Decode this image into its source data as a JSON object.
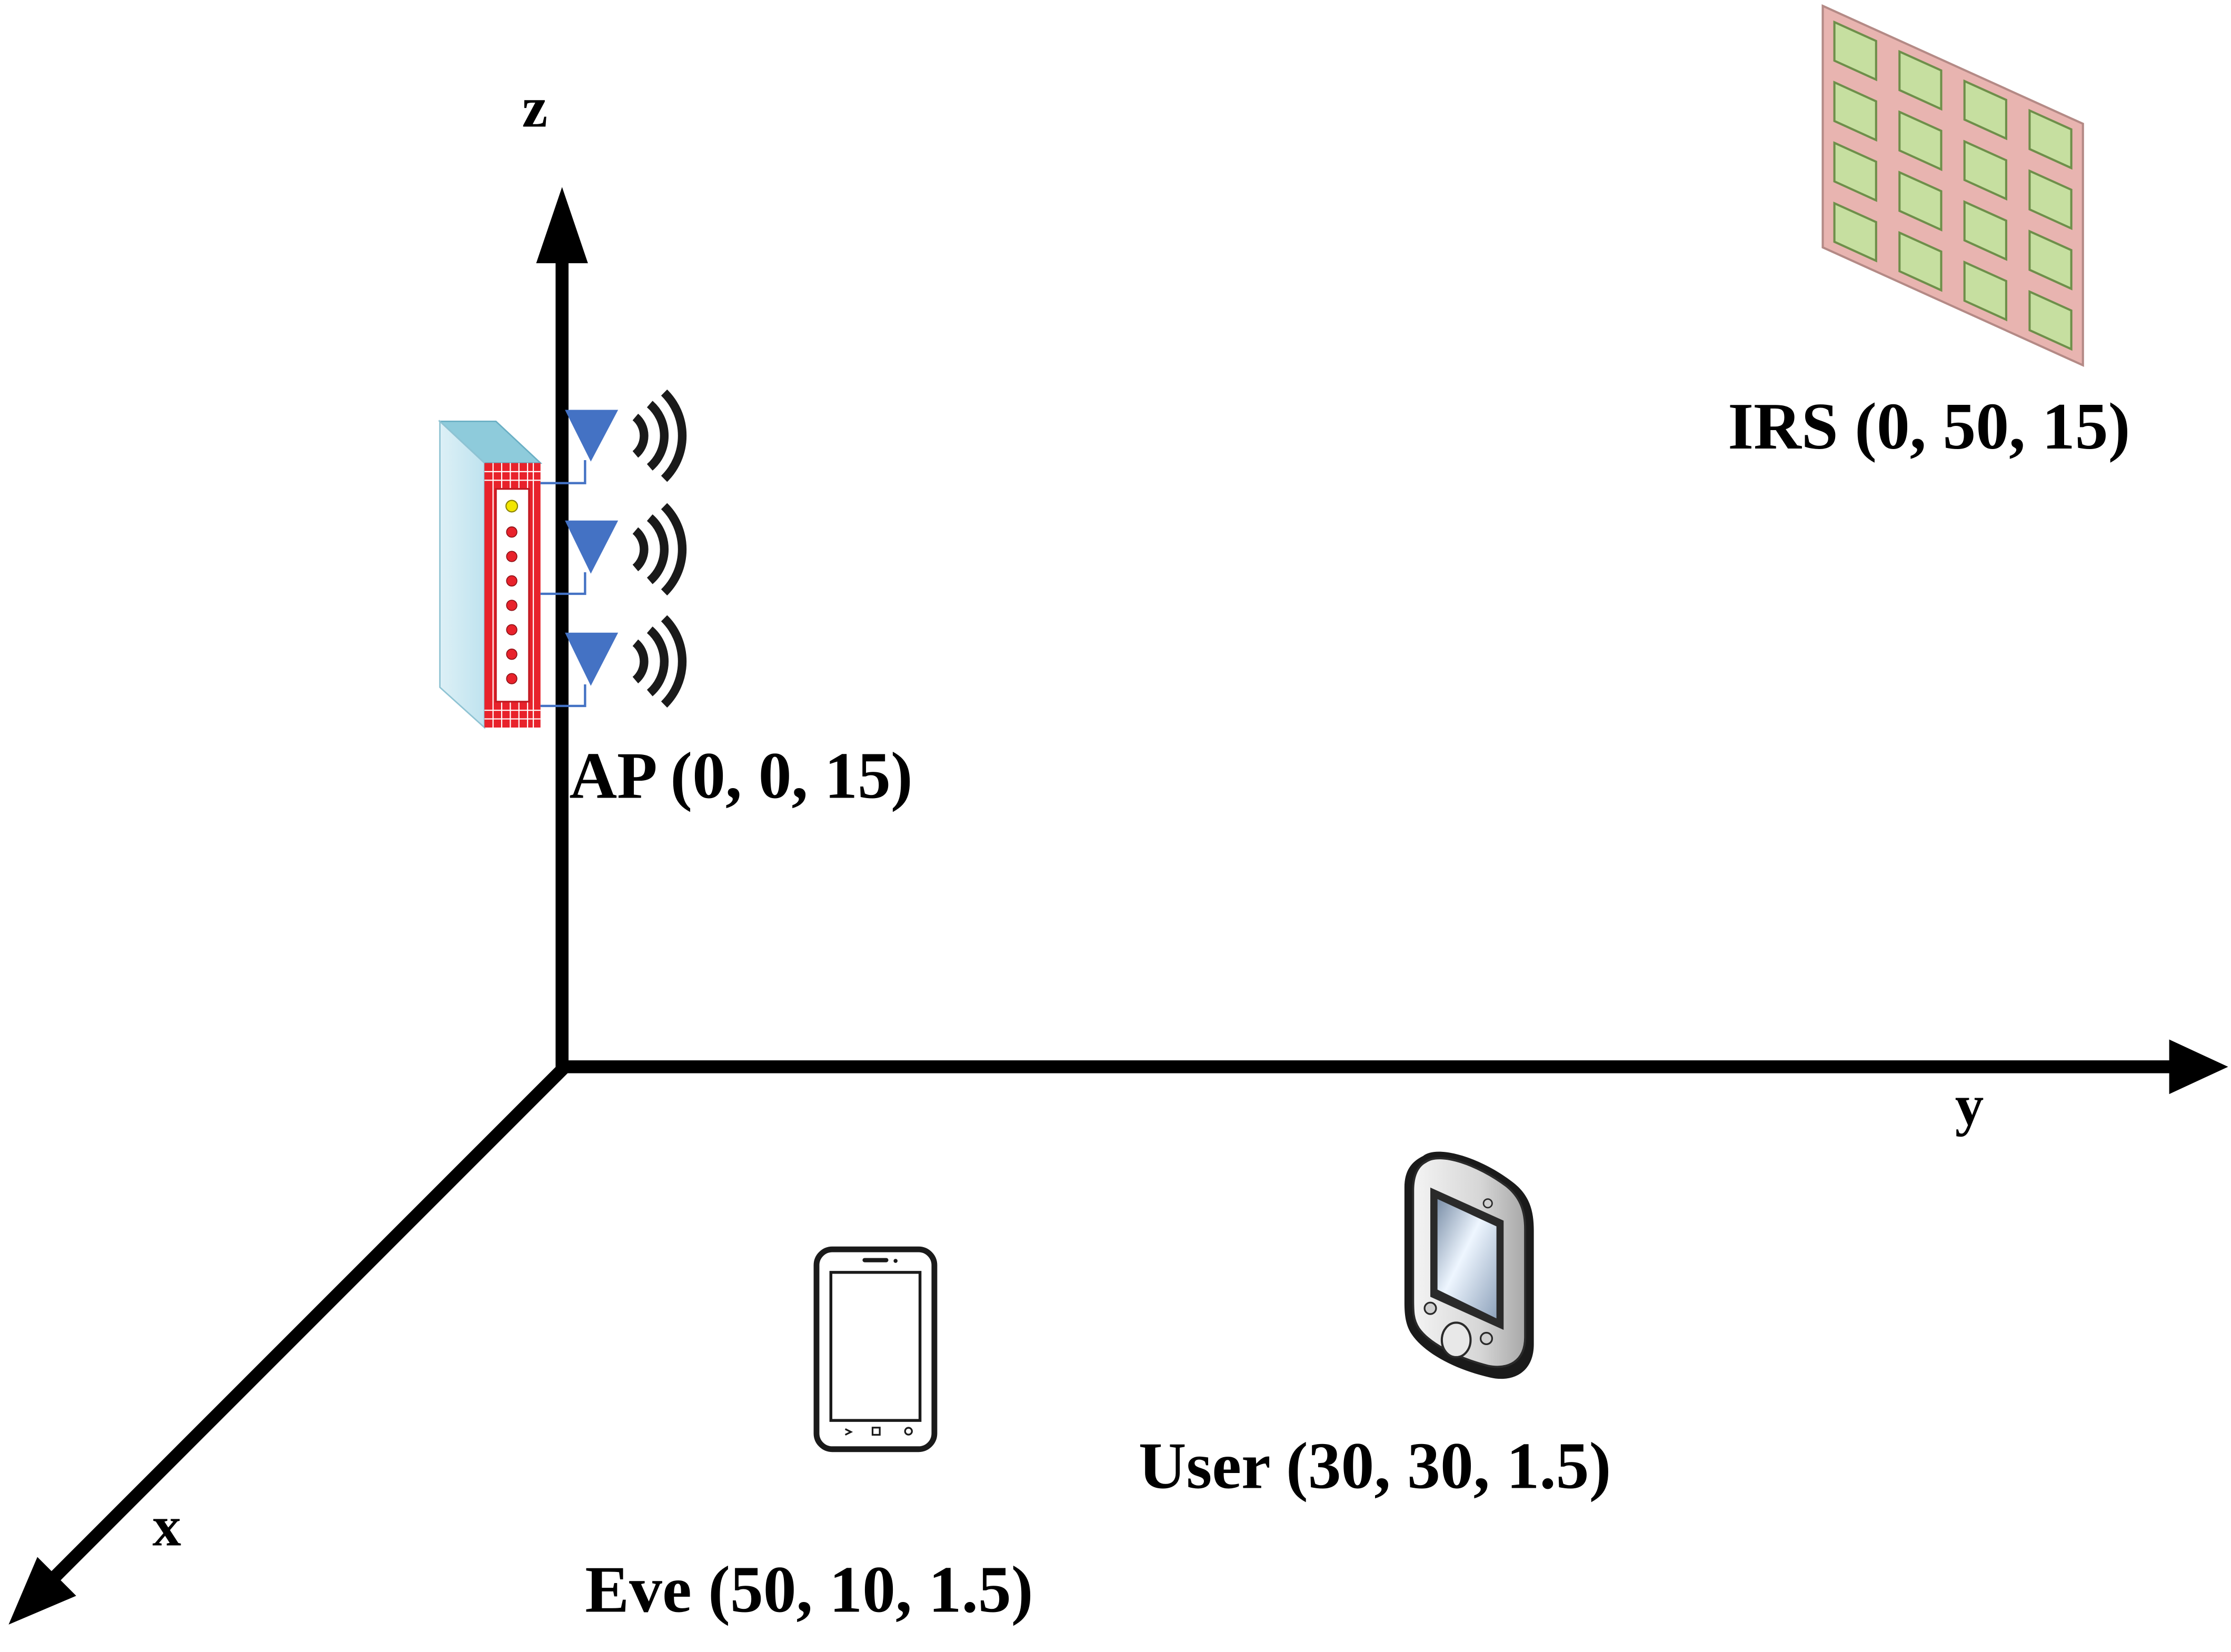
{
  "axes": {
    "x_label": "x",
    "y_label": "y",
    "z_label": "z"
  },
  "nodes": {
    "ap": {
      "label": "AP (0, 0, 15)",
      "icon": "access-point-icon"
    },
    "irs": {
      "label": "IRS (0, 50, 15)",
      "icon": "irs-panel-icon"
    },
    "user": {
      "label": "User (30, 30, 1.5)",
      "icon": "pda-device-icon"
    },
    "eve": {
      "label": "Eve (50, 10, 1.5)",
      "icon": "smartphone-icon"
    }
  },
  "colors": {
    "axis": "#000000",
    "antenna": "#4472C4",
    "ap_body": "#BFE3EF",
    "ap_side": "#8ECBDB",
    "ap_frame": "#E8222B",
    "irs_backplate": "#E8B4B0",
    "irs_element": "#C6DFA0"
  },
  "irs": {
    "rows": 4,
    "cols": 4
  }
}
